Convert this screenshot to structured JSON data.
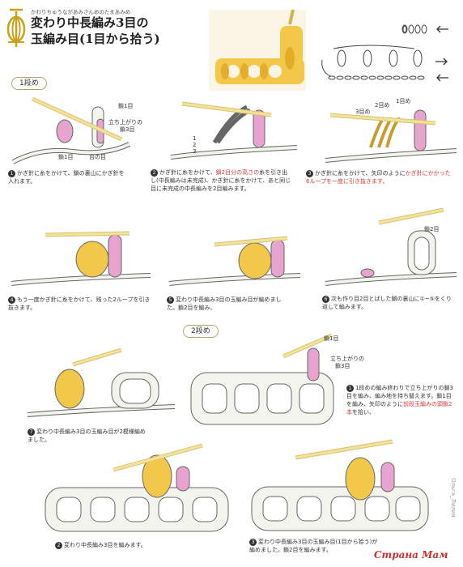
{
  "header": {
    "ruby": "かわりちゅうながあみさんめのたまあみめ",
    "title_line1": "変わり中長編み3目の",
    "title_line2": "玉編み目(1目から拾う)"
  },
  "sections": {
    "row1": "1段め",
    "row2": "2段め"
  },
  "labels": {
    "ch1_a": "鎖1目",
    "turn3_a": "立ち上がりの",
    "turn3_b": "鎖3目",
    "ch1_base": "鎖1目",
    "base_ch": "台の目",
    "n1": "1",
    "n2": "2",
    "n3": "3",
    "s3_1": "1目め",
    "s3_2": "2目め",
    "s3_3": "3目め",
    "s6_ch2": "鎖2目",
    "r2_ch1": "鎖1目",
    "r2_turn_a": "立ち上がりの",
    "r2_turn_b": "鎖3目"
  },
  "steps": [
    {
      "num": "1",
      "parts": [
        {
          "t": "かぎ針に糸をかけて、鎖の裏山にかぎ針を入れます。"
        }
      ]
    },
    {
      "num": "2",
      "parts": [
        {
          "t": "かぎ針に糸をかけて、"
        },
        {
          "t": "鎖2目分の高さの",
          "red": true
        },
        {
          "t": "糸を引き出し(中長編みは未完成)、かぎ針に糸をかけて、あと同じ目に未完成の中長編みを2目編みます。"
        }
      ]
    },
    {
      "num": "3",
      "parts": [
        {
          "t": "かぎ針に糸をかけて、矢印のように"
        },
        {
          "t": "かぎ針にかかった6ループを一度に引き抜きます。",
          "red": true
        }
      ]
    },
    {
      "num": "4",
      "parts": [
        {
          "t": "もう一度かぎ針に糸をかけて、残った2ループを引き抜きます。"
        }
      ]
    },
    {
      "num": "5",
      "parts": [
        {
          "t": "変わり中長編み3目の玉編み目が編めました。鎖2目を編み、"
        }
      ]
    },
    {
      "num": "6",
      "parts": [
        {
          "t": "次も作り目2目とばした鎖の裏山に①~⑤をくり返して編みます。"
        }
      ]
    },
    {
      "num": "7",
      "parts": [
        {
          "t": "変わり中長編み3目の玉編み目が2模様編めました。"
        }
      ]
    },
    {
      "num": "1",
      "parts": [
        {
          "t": "1段めの編み終わりで立ち上がりの鎖3目を編み、編み地を持ち替えます。鎖1目を編み、矢印のように"
        },
        {
          "t": "前段玉編みの頭鎖2本",
          "red": true
        },
        {
          "t": "を拾い、"
        }
      ]
    },
    {
      "num": "2",
      "parts": [
        {
          "t": "変わり中長編み3目を編みます。"
        }
      ]
    },
    {
      "num": "3",
      "parts": [
        {
          "t": "変わり中長編み3目の玉編み目(1目から拾う)が編めました。鎖2目を編みます。"
        }
      ]
    }
  ],
  "watermarks": {
    "site": "Страна Мам",
    "vertical": "Ольгa_Лилия"
  },
  "colors": {
    "yarn_main": "#f4f4ee",
    "yarn_outline": "#666666",
    "yarn_pink": "#e6a4cf",
    "yarn_yellow": "#f2c84a",
    "hook": "#f3e29a",
    "accent_red": "#d23a3a"
  }
}
